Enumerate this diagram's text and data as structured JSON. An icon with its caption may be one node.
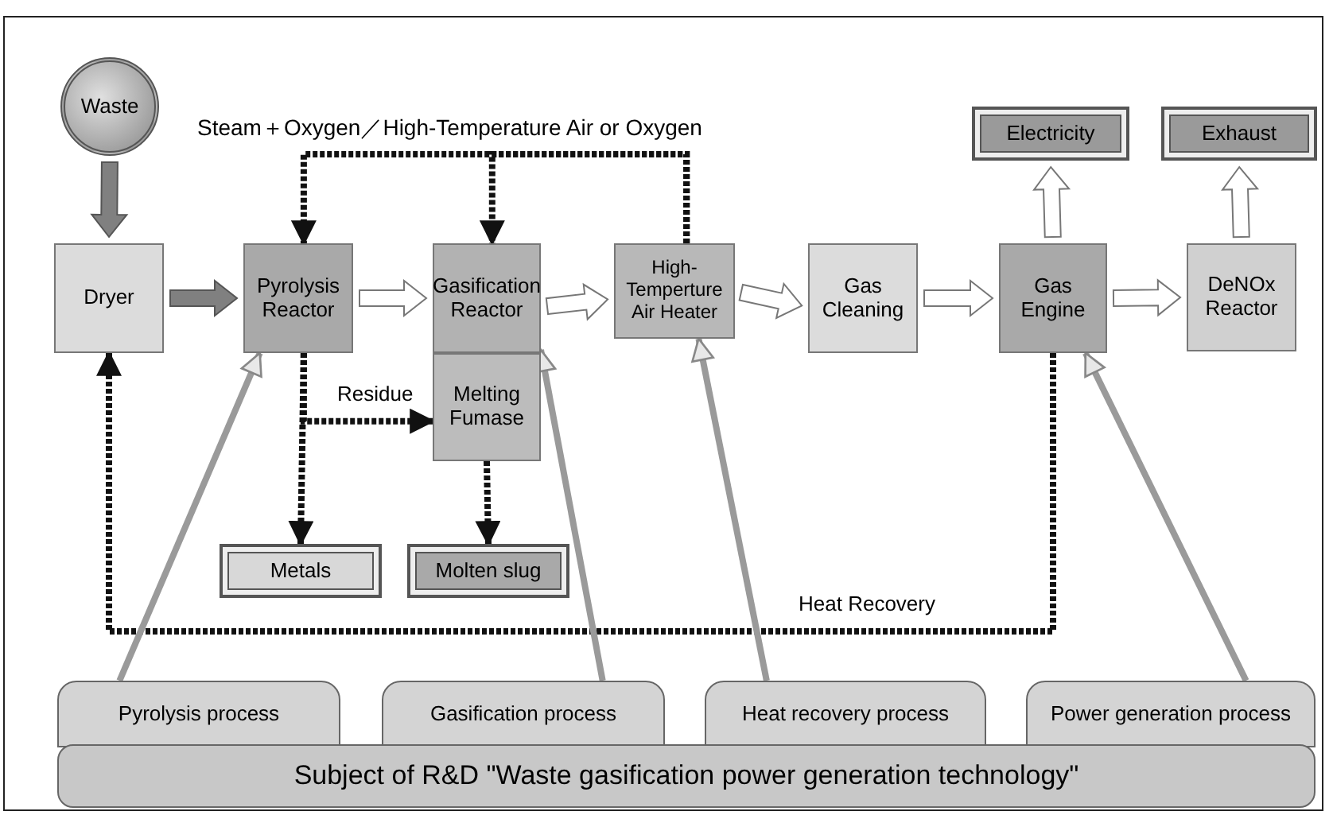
{
  "diagram": {
    "nodes": [
      {
        "text": [
          "Waste"
        ]
      },
      {
        "text": [
          "Dryer"
        ]
      },
      {
        "text": [
          "Pyrolysis Reactor"
        ]
      },
      {
        "text": [
          "Gasification Reactor"
        ]
      },
      {
        "text": [
          "Melting Fumase"
        ]
      },
      {
        "text": [
          "High-Temperture Air Heater"
        ]
      },
      {
        "text": [
          "Gas Cleaning"
        ]
      },
      {
        "text": [
          "Gas Engine"
        ]
      },
      {
        "text": [
          "DeNOx Reactor"
        ]
      },
      {
        "text": [
          "Electricity"
        ]
      },
      {
        "text": [
          "Exhaust"
        ]
      },
      {
        "text": [
          "Metals"
        ]
      },
      {
        "text": [
          "Molten slug"
        ]
      },
      {
        "text": [
          "Pyrolysis process"
        ]
      },
      {
        "text": [
          "Gasification process"
        ]
      },
      {
        "text": [
          "Heat recovery process"
        ]
      },
      {
        "text": [
          "Power generation process"
        ]
      },
      {
        "text": [
          "Subject of R&D \"Waste gasification power generation technology\""
        ]
      }
    ],
    "edges": [
      {
        "from": 0,
        "to": 1,
        "arrow": "to",
        "style": "thick",
        "color": "#808080"
      },
      {
        "from": 1,
        "to": 2,
        "arrow": "to",
        "style": "thick",
        "color": "#808080"
      },
      {
        "from": 2,
        "to": 3,
        "arrow": "to",
        "style": "thick"
      },
      {
        "from": 3,
        "to": 5,
        "arrow": "to",
        "style": "thick"
      },
      {
        "from": 5,
        "to": 6,
        "arrow": "to",
        "style": "thick"
      },
      {
        "from": 6,
        "to": 7,
        "arrow": "to",
        "style": "thick"
      },
      {
        "from": 7,
        "to": 8,
        "arrow": "to",
        "style": "thick"
      },
      {
        "from": 7,
        "to": 9,
        "arrow": "to",
        "style": "thick"
      },
      {
        "from": 8,
        "to": 10,
        "arrow": "to",
        "style": "thick"
      },
      {
        "from": 5,
        "to": 2,
        "arrow": "to",
        "style": "dashed"
      },
      {
        "from": 5,
        "to": 3,
        "arrow": "to",
        "style": "dashed"
      },
      {
        "from": 2,
        "to": 11,
        "arrow": "to",
        "style": "dashed"
      },
      {
        "from": 2,
        "to": 4,
        "arrow": "to",
        "style": "dashed",
        "label": "Residue"
      },
      {
        "from": 4,
        "to": 12,
        "arrow": "to",
        "style": "dashed"
      },
      {
        "from": 7,
        "to": 1,
        "arrow": "to",
        "style": "dashed",
        "label": "Heat Recovery"
      },
      {
        "from": 13,
        "to": 2,
        "arrow": "to",
        "color": "#9a9a9a"
      },
      {
        "from": 14,
        "to": 3,
        "arrow": "to",
        "color": "#9a9a9a"
      },
      {
        "from": 15,
        "to": 5,
        "arrow": "to",
        "color": "#9a9a9a"
      },
      {
        "from": 16,
        "to": 7,
        "arrow": "to",
        "color": "#9a9a9a"
      }
    ],
    "labels": [
      "Steam＋Oxygen／High-Temperature Air or Oxygen"
    ]
  }
}
